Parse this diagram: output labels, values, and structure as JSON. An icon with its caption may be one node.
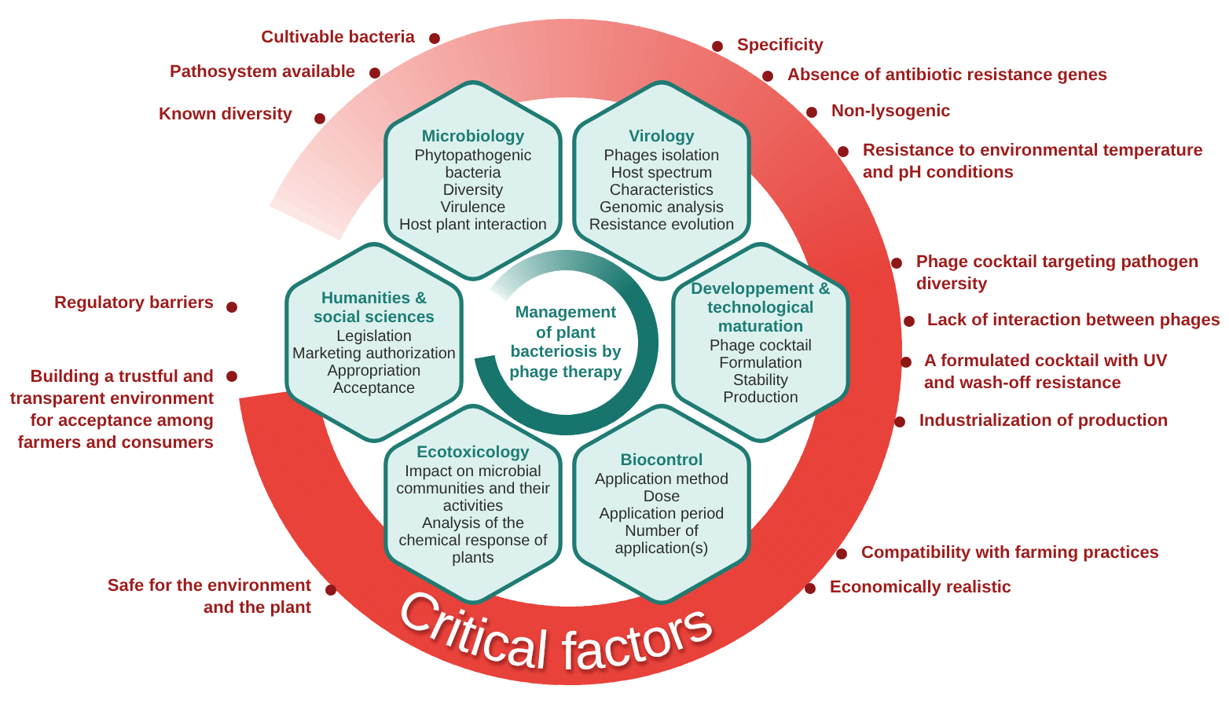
{
  "diagram": {
    "nodes": [
      {
        "text": [
          "Critical factors"
        ]
      },
      {
        "text": [
          "Microbiology",
          "Phytopathogenic bacteria",
          "Diversity",
          "Virulence",
          "Host plant interaction"
        ],
        "in": 0
      },
      {
        "text": [
          "Virology",
          "Phages isolation",
          "Host spectrum",
          "Characteristics",
          "Genomic analysis",
          "Resistance evolution"
        ],
        "in": 0
      },
      {
        "text": [
          "Humanities & social sciences",
          "Legislation",
          "Marketing authorization",
          "Appropriation",
          "Acceptance"
        ],
        "in": 0
      },
      {
        "text": [
          "Management of plant bacteriosis by phage therapy"
        ],
        "in": 0
      },
      {
        "text": [
          "Developpement & technological maturation",
          "Phage cocktail",
          "Formulation",
          "Stability",
          "Production"
        ],
        "in": 0
      },
      {
        "text": [
          "Ecotoxicology",
          "Impact on microbial communities and their activities",
          "Analysis of the chemical response of plants"
        ],
        "in": 0
      },
      {
        "text": [
          "Biocontrol",
          "Application method",
          "Dose",
          "Application period",
          "Number of application(s)"
        ],
        "in": 0
      }
    ],
    "labels": [
      "Cultivable bacteria",
      "Specificity",
      "Pathosystem available",
      "Absence of antibiotic resistance genes",
      "Known diversity",
      "Non-lysogenic",
      "Resistance to environmental temperature and pH conditions",
      "Phage cocktail targeting pathogen diversity",
      "Regulatory barriers",
      "Lack of interaction between phages",
      "Building a trustful and transparent environment for acceptance among farmers and consumers",
      "A formulated cocktail with UV and wash-off resistance",
      "Industrialization of production",
      "Compatibility with farming practices",
      "Safe for the environment and the plant",
      "Economically realistic"
    ]
  }
}
